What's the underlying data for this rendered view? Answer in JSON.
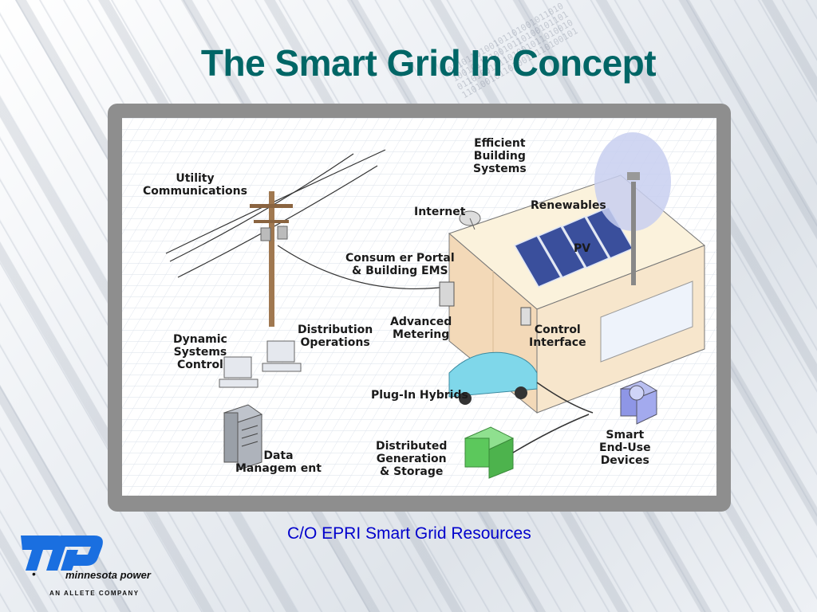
{
  "slide": {
    "title": "The Smart Grid In Concept",
    "caption": "C/O EPRI Smart Grid Resources"
  },
  "diagram": {
    "labels": {
      "utility_communications": "Utility\nCommunications",
      "internet": "Internet",
      "efficient_building_systems": "Efficient\nBuilding\nSystems",
      "renewables": "Renewables",
      "pv": "PV",
      "consumer_portal": "Consum er Portal\n& Building EMS",
      "advanced_metering": "Advanced\nMetering",
      "control_interface": "Control\nInterface",
      "dynamic_systems_control": "Dynamic\nSystems\nControl",
      "distribution_operations": "Distribution\nOperations",
      "plug_in_hybrids": "Plug-In Hybrids",
      "smart_end_use_devices": "Smart\nEnd-Use\nDevices",
      "distributed_generation": "Distributed\nGeneration\n& Storage",
      "data_management": "Data\nManagem ent"
    }
  },
  "logo": {
    "name": "minnesota power",
    "sub": "AN ALLETE COMPANY",
    "bullet": "•"
  },
  "colors": {
    "title": "#006666",
    "caption": "#0000cc",
    "logo_blue": "#1a6fe0"
  }
}
